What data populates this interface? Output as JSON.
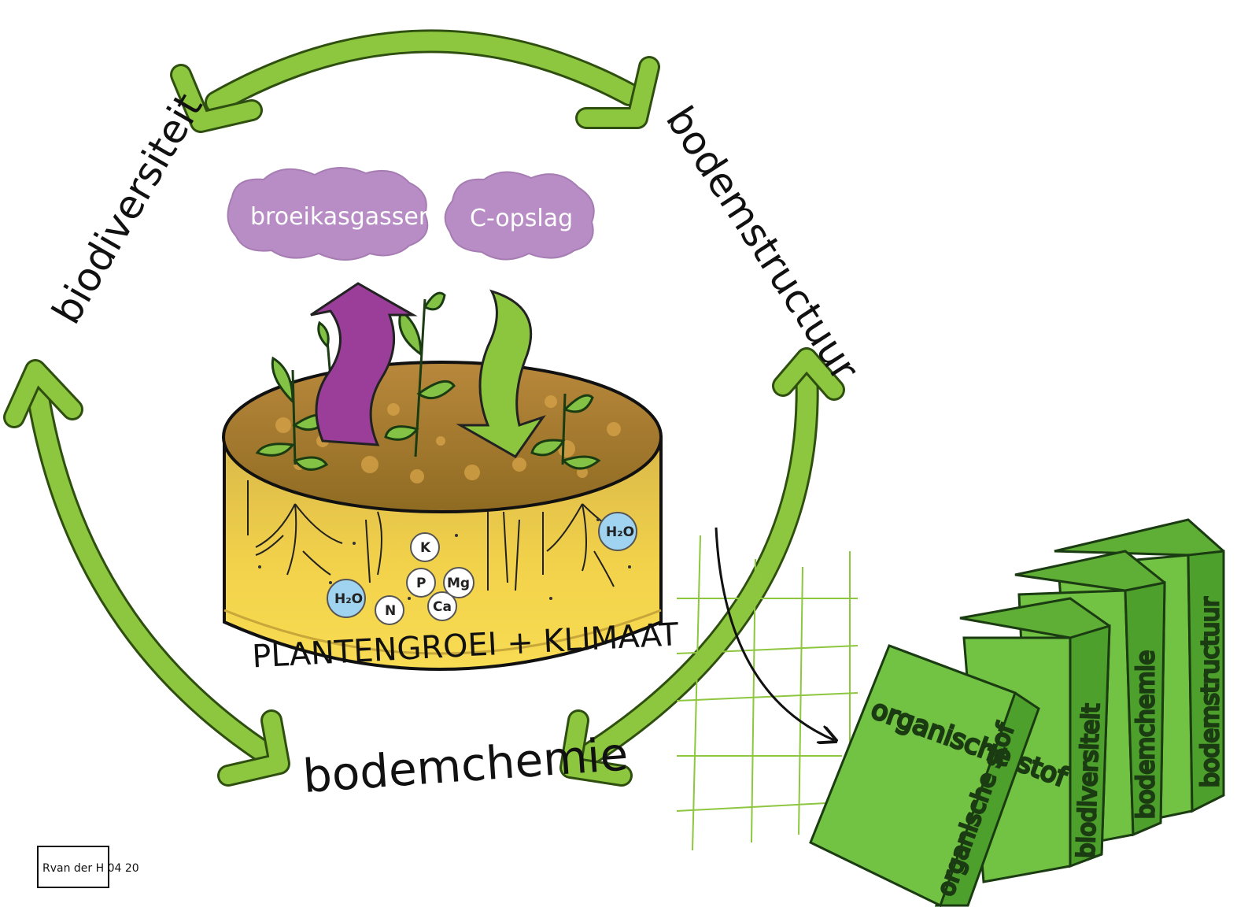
{
  "cycle": {
    "labels": {
      "biodiversiteit": "biodiversiteit",
      "bodemstructuur": "bodemstructuur",
      "bodemchemie": "bodemchemie"
    },
    "arrow_color": "#8dc63f"
  },
  "clouds": {
    "left": "broeikasgassen",
    "right": "C-opslag",
    "color": "#b88cc4"
  },
  "soil": {
    "caption": "PLANTENGROEI + KLIMAAT",
    "chemicals": [
      {
        "label": "H₂O",
        "type": "water"
      },
      {
        "label": "H₂O",
        "type": "water"
      },
      {
        "label": "N",
        "type": "nutrient"
      },
      {
        "label": "P",
        "type": "nutrient"
      },
      {
        "label": "K",
        "type": "nutrient"
      },
      {
        "label": "Ca",
        "type": "nutrient"
      },
      {
        "label": "Mg",
        "type": "nutrient"
      }
    ],
    "colors": {
      "top": "#a77c2c",
      "side": "#f2d24a",
      "water": "#9fd3f0",
      "nutrient": "#ffffff"
    }
  },
  "arrows": {
    "up_color": "#9a3e9a",
    "down_color": "#8cc63f"
  },
  "books": {
    "front_cover": "organische stof",
    "spines": [
      "organische stof",
      "biodiversiteit",
      "bodemchemie",
      "bodemstructuur"
    ],
    "color": "#6dbb3f"
  },
  "signature": {
    "text": "Rvan der H 04 20"
  }
}
